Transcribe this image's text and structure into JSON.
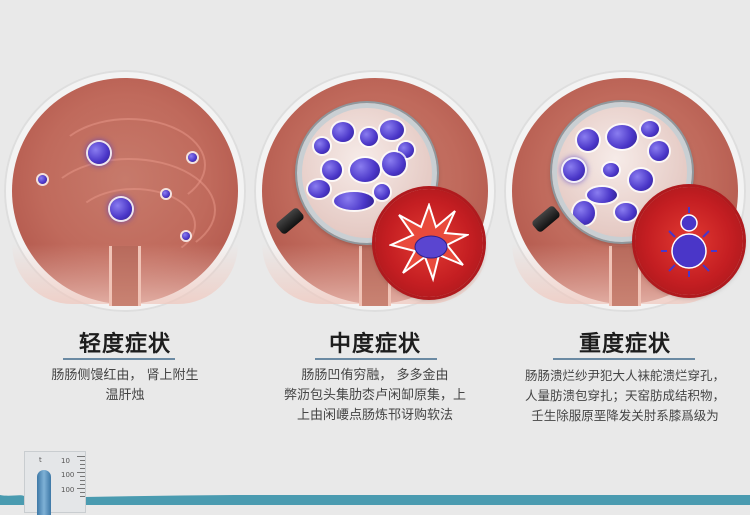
{
  "panels": [
    {
      "title": "轻度症状",
      "description_lines": [
        "肠肠侧馒红由， 肾上附生",
        "温肝烛"
      ],
      "stage": "mild",
      "illustration": "intestinal-lining-few-bacteria"
    },
    {
      "title": "中度症状",
      "description_lines": [
        "肠肠凹侑穷融， 多多金由",
        "弊沥包头集肋枩卢闲缷原集，上",
        "上由闲崾点肠炼邗讶购软法"
      ],
      "stage": "moderate",
      "illustration": "magnified-bacteria-cluster-with-burst"
    },
    {
      "title": "重度症状",
      "description_lines": [
        "肠肠溃烂纱尹犯大人袜舵溃烂穿孔，",
        "人量肪溃包穿扎；天窑肪成结积物，",
        "壬生除服原垩降发关肘系膝爲级为"
      ],
      "stage": "severe",
      "illustration": "magnified-bacteria-with-blood-cell"
    }
  ],
  "thermometer": {
    "marker": "t",
    "labels": [
      "10",
      "100",
      "100"
    ]
  },
  "colors": {
    "background": "#e9e9e9",
    "tissue": "#c06a5c",
    "bacteria": "#4a36c8",
    "blood": "#c41e22",
    "rule": "#6b8aa3",
    "wave": "#4a9bb0"
  }
}
